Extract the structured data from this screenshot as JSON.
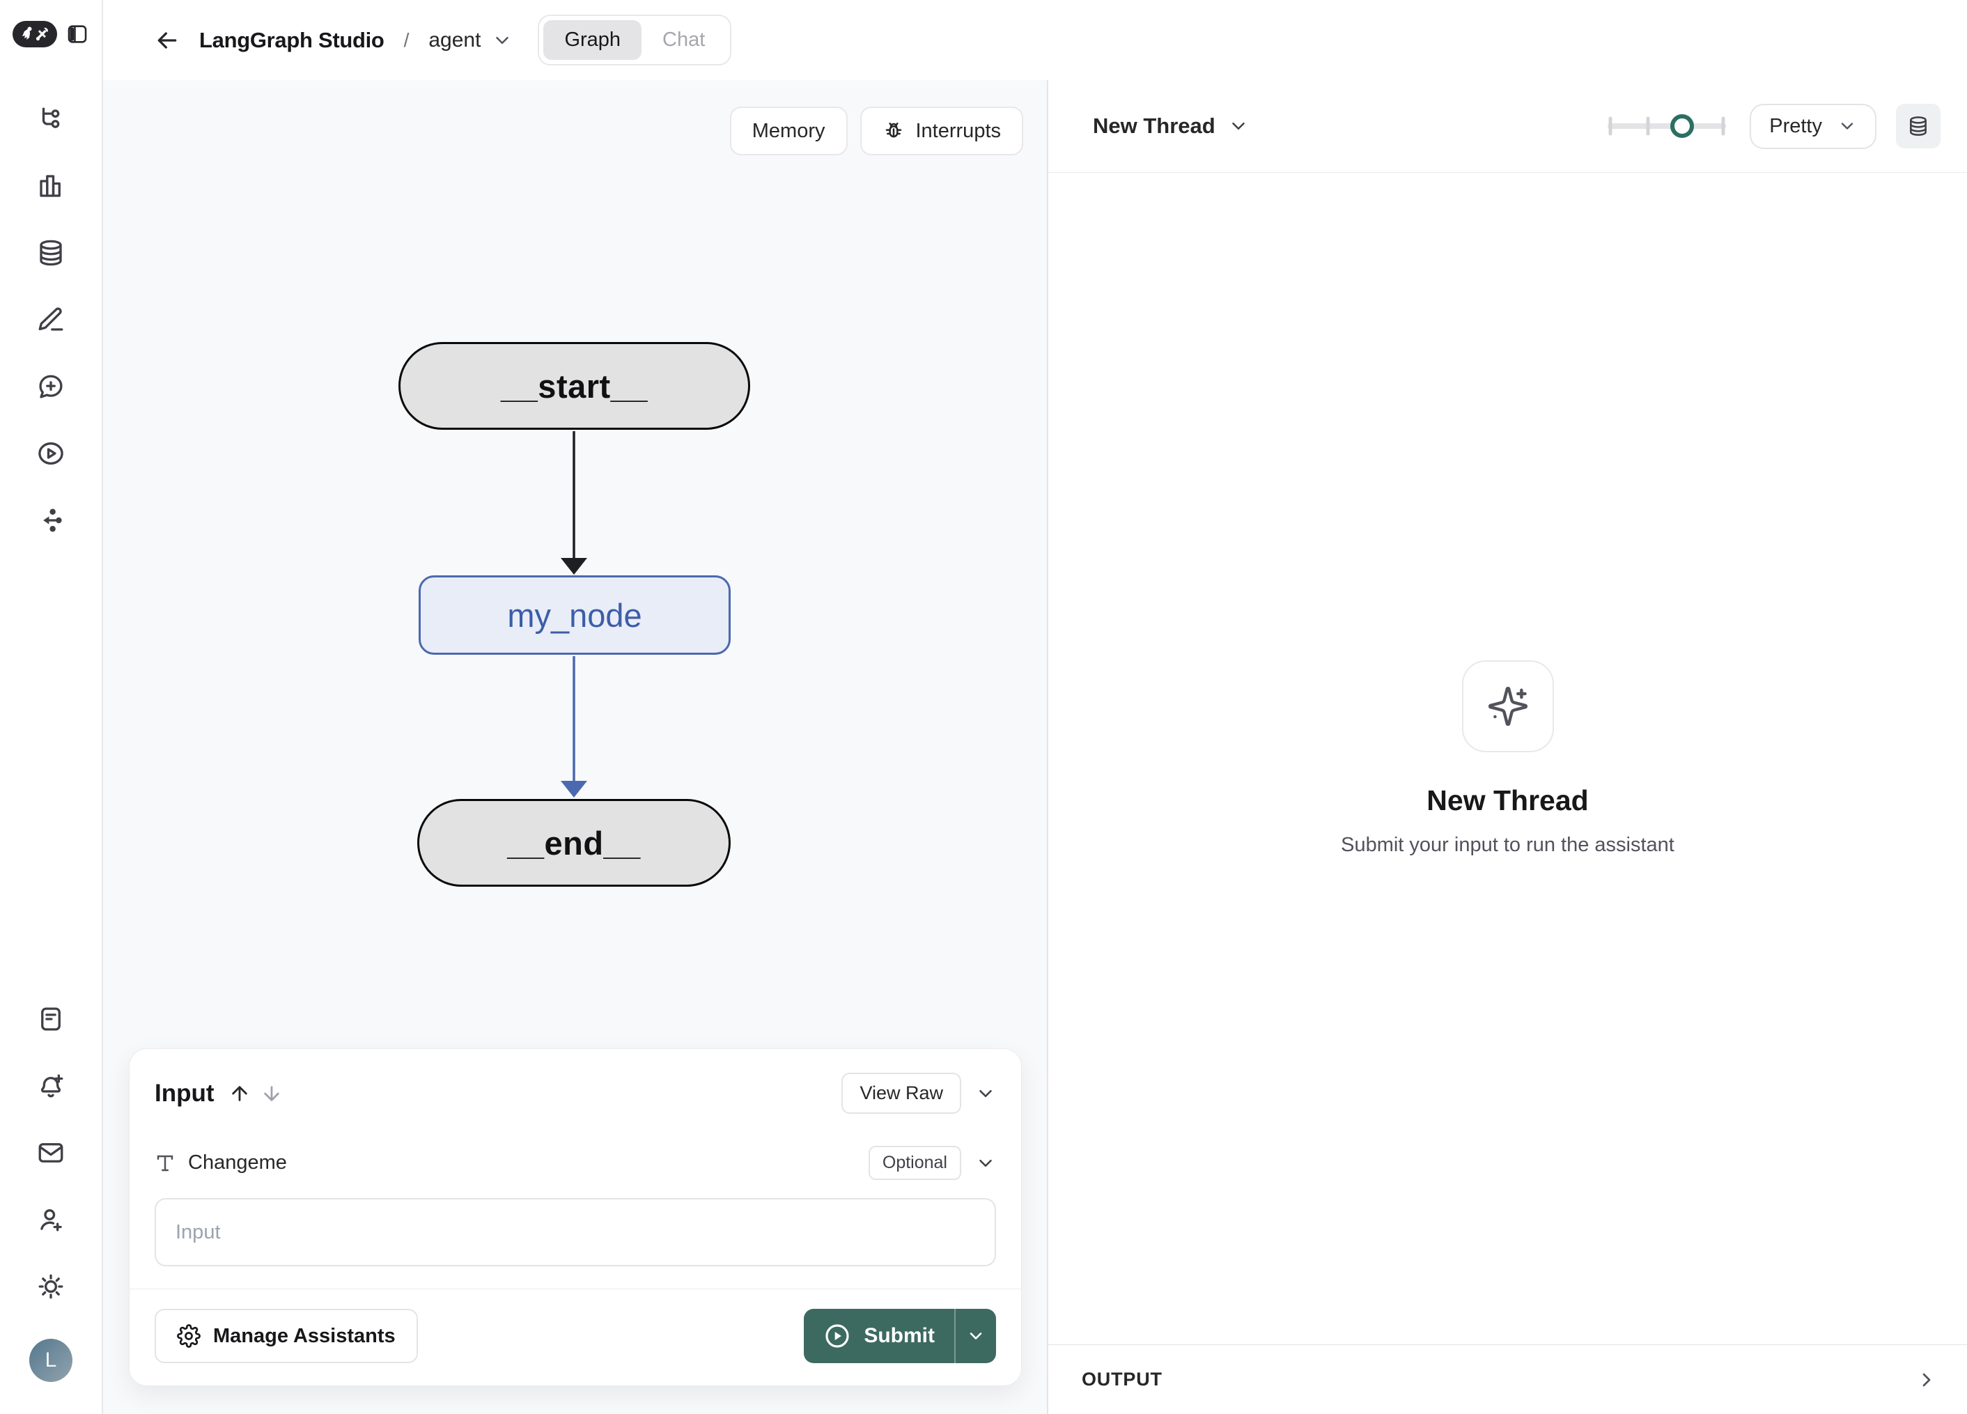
{
  "sidebar": {
    "icons_top": [
      "workflow",
      "bar-chart",
      "database",
      "pencil",
      "message-plus",
      "play-circle",
      "route"
    ],
    "icons_bottom": [
      "notebook",
      "bell-plus",
      "mail",
      "user-plus",
      "sun"
    ],
    "avatar_initial": "L"
  },
  "header": {
    "title": "LangGraph Studio",
    "separator": "/",
    "graph_name": "agent",
    "tabs": [
      {
        "label": "Graph"
      },
      {
        "label": "Chat"
      }
    ]
  },
  "canvas": {
    "memory_label": "Memory",
    "interrupts_label": "Interrupts",
    "nodes": {
      "start": "__start__",
      "mid": "my_node",
      "end": "__end__"
    }
  },
  "thread": {
    "header_title": "New Thread",
    "format_label": "Pretty",
    "empty_title": "New Thread",
    "empty_subtitle": "Submit your input to run the assistant",
    "output_label": "OUTPUT"
  },
  "input_panel": {
    "title": "Input",
    "view_raw_label": "View Raw",
    "field_label": "Changeme",
    "optional_label": "Optional",
    "placeholder": "Input",
    "manage_label": "Manage Assistants",
    "submit_label": "Submit"
  },
  "colors": {
    "accent_teal": "#3d6a60",
    "slider_teal": "#2c6e62",
    "node_blue_border": "#4a69b0",
    "node_blue_fill": "#e9edf7",
    "node_gray_fill": "#e2e2e2",
    "canvas_bg": "#f8f9fb"
  }
}
